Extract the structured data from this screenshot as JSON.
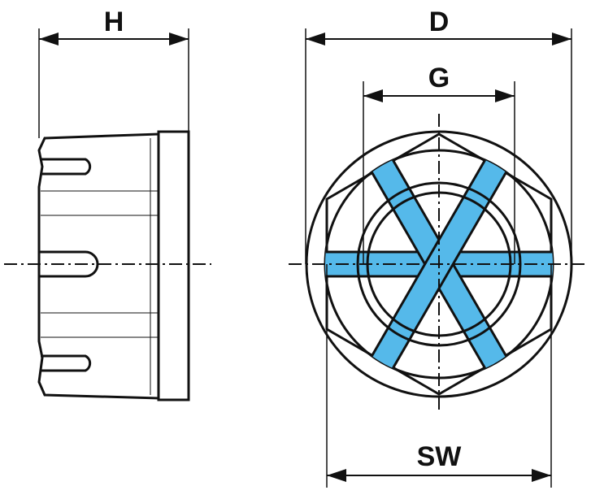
{
  "dimensions": {
    "height_label": "H",
    "diameter_label": "D",
    "thread_label": "G",
    "wrench_size_label": "SW"
  },
  "colors": {
    "part_fill": "#55b9ea",
    "line": "#111111"
  }
}
